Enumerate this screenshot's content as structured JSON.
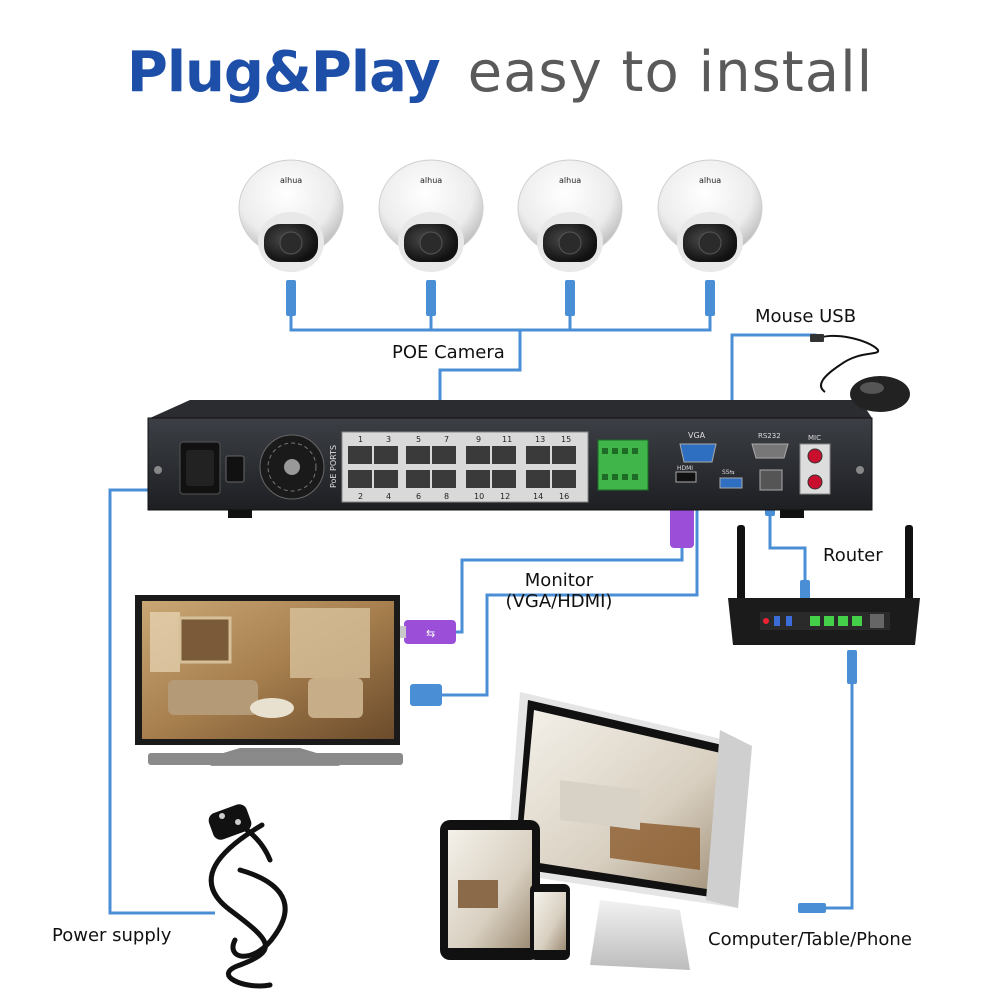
{
  "title": {
    "bold": "Plug&Play",
    "light": "easy to install"
  },
  "labels": {
    "poe_camera": "POE Camera",
    "mouse_usb": "Mouse USB",
    "router": "Router",
    "monitor_line1": "Monitor",
    "monitor_line2": "(VGA/HDMI)",
    "power_supply": "Power supply",
    "computer": "Computer/Table/Phone"
  },
  "camera_brand": "alhua",
  "nvr": {
    "ports_top": [
      "1",
      "3",
      "5",
      "7",
      "9",
      "11",
      "13",
      "15"
    ],
    "ports_bottom": [
      "2",
      "4",
      "6",
      "8",
      "10",
      "12",
      "14",
      "16"
    ],
    "poe_ports_text": "PoE PORTS",
    "vga": "VGA",
    "rs232": "RS232",
    "mic": "MIC",
    "hdmi": "HDMI",
    "usb": "SS⇆"
  },
  "colors": {
    "blue_cable": "#4a8fd6",
    "purple_cable": "#9b4fd9",
    "title_blue": "#1e4fa8",
    "title_gray": "#5a5a5a"
  }
}
